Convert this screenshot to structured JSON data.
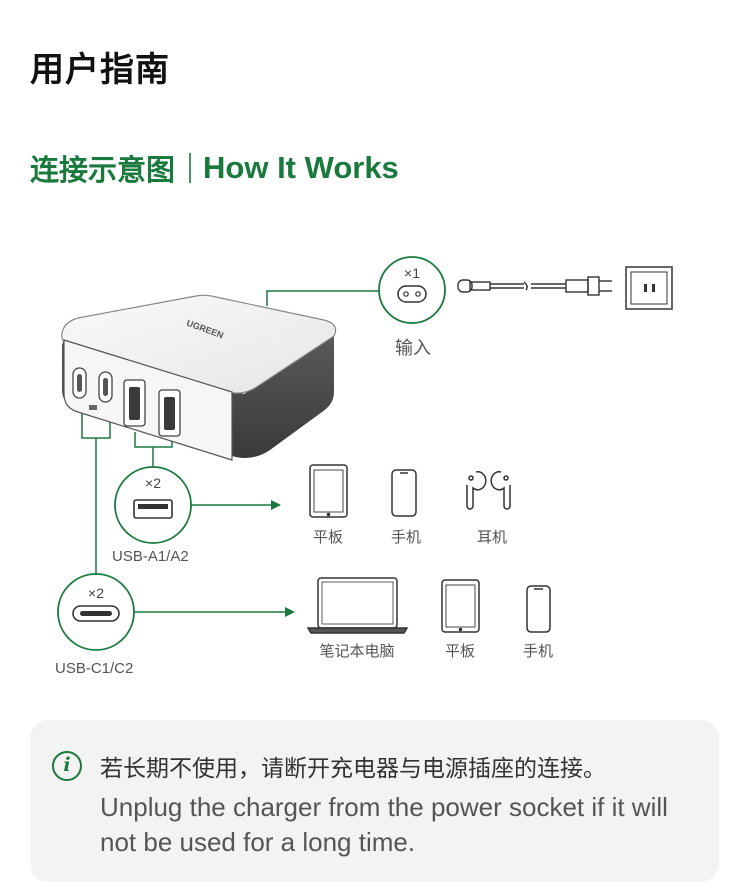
{
  "guide_title": "用户指南",
  "section": {
    "title_zh": "连接示意图",
    "title_en": "How It Works"
  },
  "diagram": {
    "brand": "UGREEN",
    "input": {
      "count": "×1",
      "label": "输入"
    },
    "usb_a": {
      "count": "×2",
      "label": "USB-A1/A2",
      "devices": [
        "平板",
        "手机",
        "耳机"
      ]
    },
    "usb_c": {
      "count": "×2",
      "label": "USB-C1/C2",
      "devices": [
        "笔记本电脑",
        "平板",
        "手机"
      ]
    },
    "colors": {
      "accent": "#1a7a3e",
      "line_art": "#333333",
      "notice_bg": "#f3f3f3"
    }
  },
  "notice": {
    "icon": "info-icon",
    "icon_glyph": "i",
    "text_zh": "若长期不使用，请断开充电器与电源插座的连接。",
    "text_en": "Unplug the charger from the power socket if it will not be used for a long time."
  }
}
